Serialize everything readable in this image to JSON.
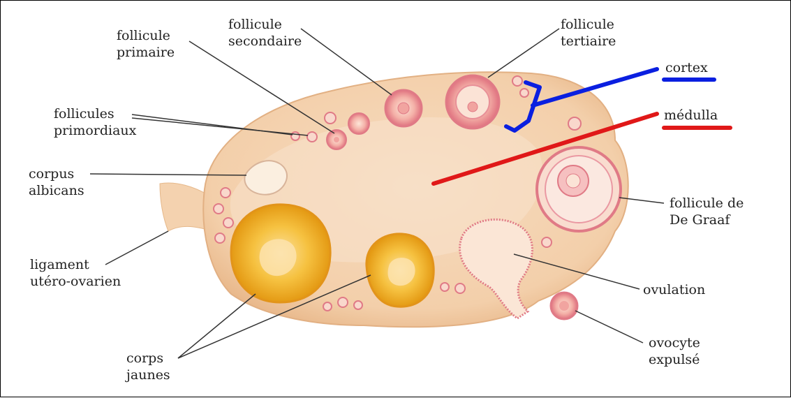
{
  "labels": {
    "follicule_primaire": [
      "follicule",
      "primaire"
    ],
    "follicule_secondaire": [
      "follicule",
      "secondaire"
    ],
    "follicule_tertiaire": [
      "follicule",
      "tertiaire"
    ],
    "follicules_primordiaux": [
      "follicules",
      "primordiaux"
    ],
    "corpus_albicans": [
      "corpus",
      "albicans"
    ],
    "ligament": [
      "ligament",
      "utéro-ovarien"
    ],
    "corps_jaunes": [
      "corps",
      "jaunes"
    ],
    "follicule_de_graaf": [
      "follicule de",
      "De Graaf"
    ],
    "ovulation": "ovulation",
    "ovocyte": [
      "ovocyte",
      "expulsé"
    ],
    "cortex": "cortex",
    "medulla": "médulla"
  },
  "colors": {
    "cortex": "#0a1fe0",
    "medulla": "#e01818",
    "ovary_fill": "#f6d6b4",
    "follicle": "#e07a86",
    "corpus_luteum": "#f2b023"
  }
}
